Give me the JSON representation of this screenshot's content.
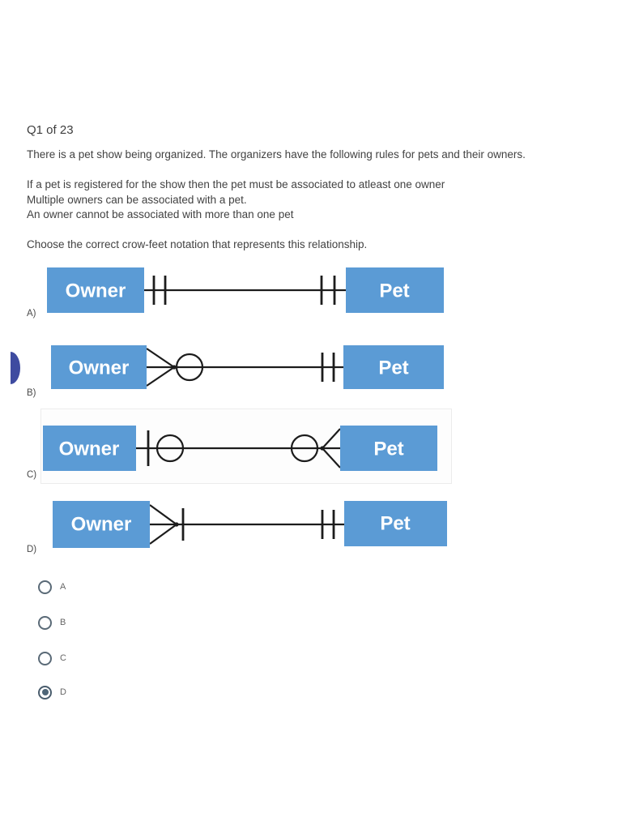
{
  "header": {
    "question_counter": "Q1 of 23"
  },
  "question": {
    "intro": "There is a pet show being organized. The organizers have the following rules for pets and their owners.",
    "rules": [
      "If a pet is registered for the show then the pet must be associated to atleast one owner",
      "Multiple owners can be associated with a pet.",
      "An owner cannot be associated with more than one pet"
    ],
    "prompt": "Choose the correct crow-feet notation that represents this relationship."
  },
  "colors": {
    "entity_fill": "#5b9bd5",
    "entity_text": "#ffffff",
    "connector": "#1c1c1c",
    "radio_ring": "#5a6a77",
    "radio_selected_dot": "#4e6577",
    "edge_handle": "#3e4ba0"
  },
  "options": [
    {
      "id": "A",
      "label": "A)",
      "left_entity": "Owner",
      "right_entity": "Pet",
      "left_notation": "one-and-only-one (double bar)",
      "right_notation": "one-and-only-one (double bar)"
    },
    {
      "id": "B",
      "label": "B)",
      "left_entity": "Owner",
      "right_entity": "Pet",
      "left_notation": "zero-or-many (crow-foot + circle)",
      "right_notation": "one-and-only-one (double bar)"
    },
    {
      "id": "C",
      "label": "C)",
      "left_entity": "Owner",
      "right_entity": "Pet",
      "left_notation": "zero-or-one (bar + circle)",
      "right_notation": "zero-or-many (circle + crow-foot)"
    },
    {
      "id": "D",
      "label": "D)",
      "left_entity": "Owner",
      "right_entity": "Pet",
      "left_notation": "one-or-many (crow-foot + bar)",
      "right_notation": "one-and-only-one (double bar)"
    }
  ],
  "answers": [
    {
      "label": "A",
      "selected": false
    },
    {
      "label": "B",
      "selected": false
    },
    {
      "label": "C",
      "selected": false
    },
    {
      "label": "D",
      "selected": true
    }
  ]
}
